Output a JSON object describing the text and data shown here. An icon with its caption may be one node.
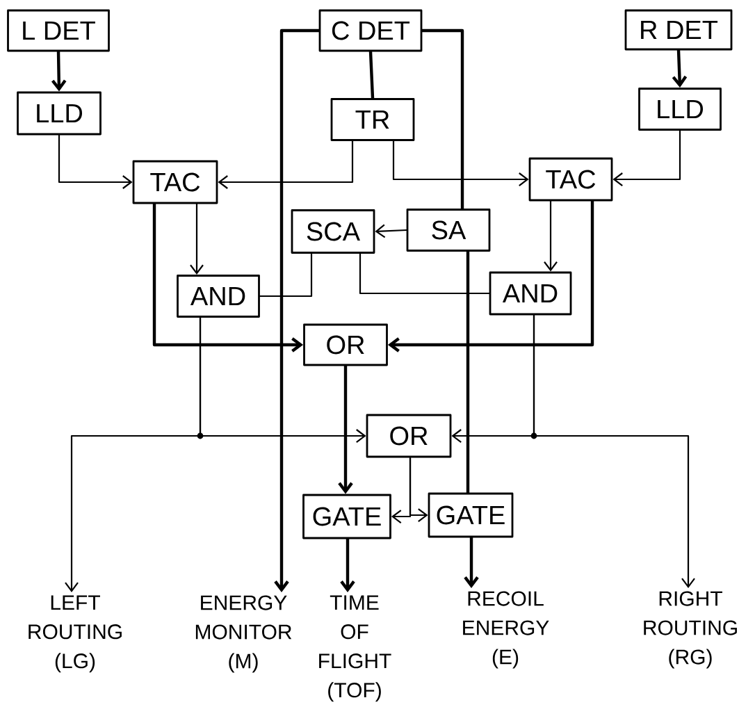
{
  "diagram": {
    "nodes": [
      {
        "text": [
          "L DET"
        ]
      },
      {
        "text": [
          "C DET"
        ]
      },
      {
        "text": [
          "R DET"
        ]
      },
      {
        "text": [
          "LLD"
        ]
      },
      {
        "text": [
          "TR"
        ]
      },
      {
        "text": [
          "LLD"
        ]
      },
      {
        "text": [
          "TAC"
        ]
      },
      {
        "text": [
          "TAC"
        ]
      },
      {
        "text": [
          "SCA"
        ]
      },
      {
        "text": [
          "SA"
        ]
      },
      {
        "text": [
          "AND"
        ]
      },
      {
        "text": [
          "AND"
        ]
      },
      {
        "text": [
          "OR"
        ]
      },
      {
        "text": [
          "OR"
        ]
      },
      {
        "text": [
          "GATE"
        ]
      },
      {
        "text": [
          "GATE"
        ]
      },
      {
        "text": [
          "LEFT ROUTING (LG)"
        ]
      },
      {
        "text": [
          "ENERGY MONITOR (M)"
        ]
      },
      {
        "text": [
          "TIME OF FLIGHT (TOF)"
        ]
      },
      {
        "text": [
          "RECOIL ENERGY (E)"
        ]
      },
      {
        "text": [
          "RIGHT ROUTING (RG)"
        ]
      }
    ],
    "edges": [
      {
        "from": 0,
        "to": 3,
        "arrow": "to",
        "style": "thick"
      },
      {
        "from": 2,
        "to": 5,
        "arrow": "to",
        "style": "thick"
      },
      {
        "from": 1,
        "to": 4,
        "arrow": "none",
        "style": "thick"
      },
      {
        "from": 3,
        "to": 6,
        "arrow": "to"
      },
      {
        "from": 5,
        "to": 7,
        "arrow": "to"
      },
      {
        "from": 4,
        "to": 6,
        "arrow": "to"
      },
      {
        "from": 4,
        "to": 7,
        "arrow": "to"
      },
      {
        "from": 1,
        "to": 17,
        "arrow": "to",
        "style": "thick"
      },
      {
        "from": 1,
        "to": 9,
        "arrow": "none",
        "style": "thick"
      },
      {
        "from": 9,
        "to": 15,
        "arrow": "none",
        "style": "thick"
      },
      {
        "from": 9,
        "to": 8,
        "arrow": "to"
      },
      {
        "from": 6,
        "to": 10,
        "arrow": "to"
      },
      {
        "from": 7,
        "to": 11,
        "arrow": "to"
      },
      {
        "from": 6,
        "to": 12,
        "arrow": "to",
        "style": "thick"
      },
      {
        "from": 7,
        "to": 12,
        "arrow": "to",
        "style": "thick"
      },
      {
        "from": 8,
        "to": 10,
        "arrow": "none"
      },
      {
        "from": 8,
        "to": 11,
        "arrow": "none"
      },
      {
        "from": 10,
        "to": 13,
        "arrow": "to"
      },
      {
        "from": 10,
        "to": 16,
        "arrow": "to"
      },
      {
        "from": 11,
        "to": 13,
        "arrow": "to"
      },
      {
        "from": 11,
        "to": 20,
        "arrow": "to"
      },
      {
        "from": 12,
        "to": 14,
        "arrow": "to",
        "style": "thick"
      },
      {
        "from": 13,
        "to": 14,
        "arrow": "to"
      },
      {
        "from": 13,
        "to": 15,
        "arrow": "to"
      },
      {
        "from": 14,
        "to": 18,
        "arrow": "to",
        "style": "thick"
      },
      {
        "from": 15,
        "to": 19,
        "arrow": "to",
        "style": "thick"
      }
    ]
  }
}
